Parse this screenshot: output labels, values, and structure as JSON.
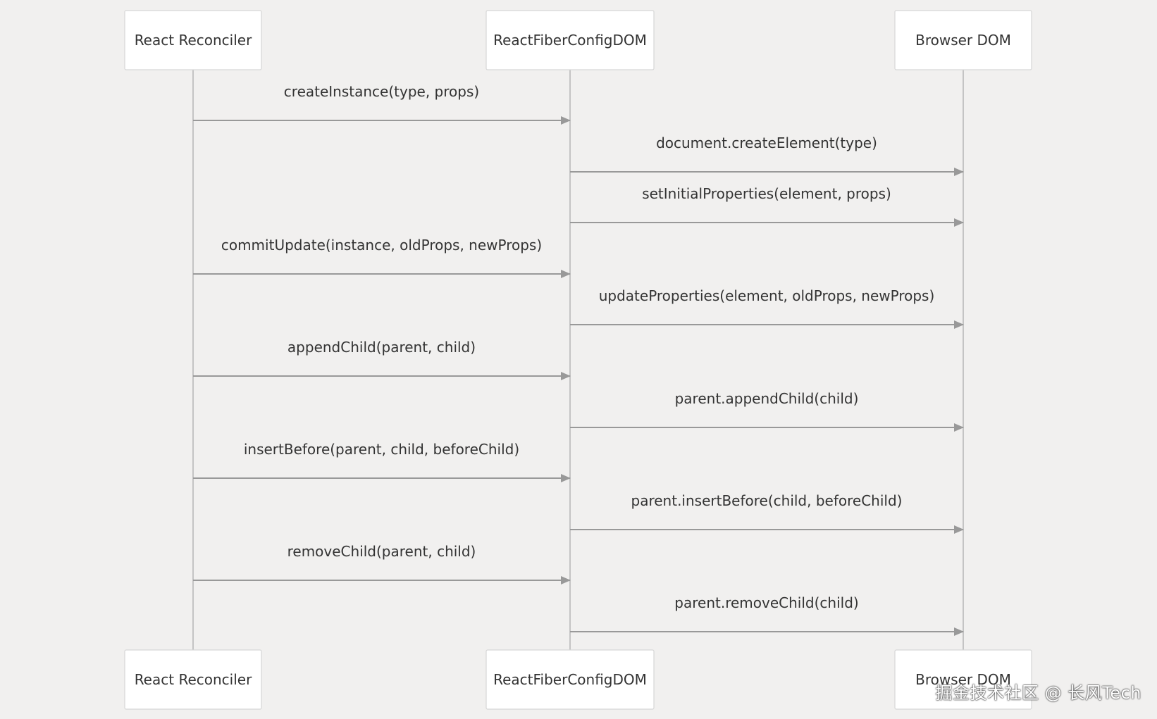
{
  "participants": [
    {
      "id": "reconciler",
      "label": "React Reconciler"
    },
    {
      "id": "config",
      "label": "ReactFiberConfigDOM"
    },
    {
      "id": "dom",
      "label": "Browser DOM"
    }
  ],
  "messages": [
    {
      "from": "reconciler",
      "to": "config",
      "label": "createInstance(type, props)"
    },
    {
      "from": "config",
      "to": "dom",
      "label": "document.createElement(type)"
    },
    {
      "from": "config",
      "to": "dom",
      "label": "setInitialProperties(element, props)"
    },
    {
      "from": "reconciler",
      "to": "config",
      "label": "commitUpdate(instance, oldProps, newProps)"
    },
    {
      "from": "config",
      "to": "dom",
      "label": "updateProperties(element, oldProps, newProps)"
    },
    {
      "from": "reconciler",
      "to": "config",
      "label": "appendChild(parent, child)"
    },
    {
      "from": "config",
      "to": "dom",
      "label": "parent.appendChild(child)"
    },
    {
      "from": "reconciler",
      "to": "config",
      "label": "insertBefore(parent, child, beforeChild)"
    },
    {
      "from": "config",
      "to": "dom",
      "label": "parent.insertBefore(child, beforeChild)"
    },
    {
      "from": "reconciler",
      "to": "config",
      "label": "removeChild(parent, child)"
    },
    {
      "from": "config",
      "to": "dom",
      "label": "parent.removeChild(child)"
    }
  ],
  "watermark": "掘金技术社区 @ 长风Tech",
  "colors": {
    "background": "#f1f0ef",
    "box_fill": "#ffffff",
    "box_stroke": "#d6d6d6",
    "lifeline": "#c4c4c4",
    "arrow": "#999999",
    "text": "#333333"
  }
}
